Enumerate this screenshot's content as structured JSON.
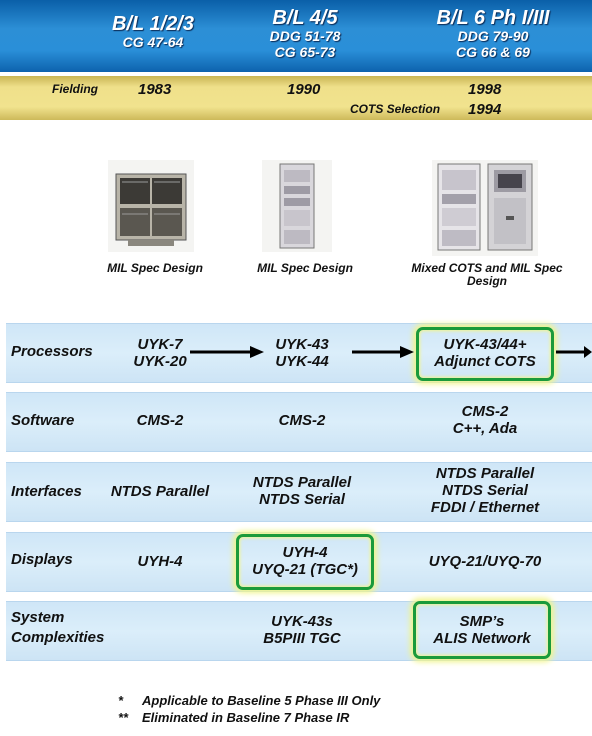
{
  "header": {
    "columns": [
      {
        "title": "B/L 1/2/3",
        "lines": [
          "CG 47-64"
        ]
      },
      {
        "title": "B/L 4/5",
        "lines": [
          "DDG 51-78",
          "CG 65-73"
        ]
      },
      {
        "title": "B/L 6 Ph I/III",
        "lines": [
          "DDG 79-90",
          "CG 66 & 69"
        ]
      }
    ]
  },
  "fielding": {
    "label": "Fielding",
    "years": [
      "1983",
      "1990",
      "1998"
    ],
    "cots_label": "COTS Selection",
    "cots_year": "1994"
  },
  "hardware": {
    "captions": [
      "MIL Spec Design",
      "MIL Spec Design",
      "Mixed COTS and MIL Spec Design"
    ]
  },
  "rows": [
    {
      "label": "Processors",
      "cells": [
        [
          "UYK-7",
          "UYK-20"
        ],
        [
          "UYK-43",
          "UYK-44"
        ],
        [
          "UYK-43/44+",
          "Adjunct COTS"
        ]
      ]
    },
    {
      "label": "Software",
      "cells": [
        [
          "CMS-2"
        ],
        [
          "CMS-2"
        ],
        [
          "CMS-2",
          "C++, Ada"
        ]
      ]
    },
    {
      "label": "Interfaces",
      "cells": [
        [
          "NTDS Parallel"
        ],
        [
          "NTDS Parallel",
          "NTDS Serial"
        ],
        [
          "NTDS Parallel",
          "NTDS Serial",
          "FDDI / Ethernet"
        ]
      ]
    },
    {
      "label": "Displays",
      "cells": [
        [
          "UYH-4"
        ],
        [
          "UYH-4",
          "UYQ-21 (TGC*)"
        ],
        [
          "UYQ-21/UYQ-70"
        ]
      ]
    },
    {
      "label": [
        "System",
        "Complexities"
      ],
      "cells": [
        [],
        [
          "UYK-43s",
          "B5PIII TGC"
        ],
        [
          "SMP’s",
          "ALIS Network"
        ]
      ]
    }
  ],
  "footnotes": [
    {
      "mark": "*",
      "text": "Applicable to Baseline 5 Phase III Only"
    },
    {
      "mark": "**",
      "text": "Eliminated in Baseline 7 Phase IR"
    }
  ],
  "colors": {
    "header_blue": "#2a8fd8",
    "fielding_gold": "#efe08a",
    "row_blue": "#dbeefa",
    "highlight_green": "#1a9a3a",
    "highlight_glow": "#f1f58b"
  }
}
